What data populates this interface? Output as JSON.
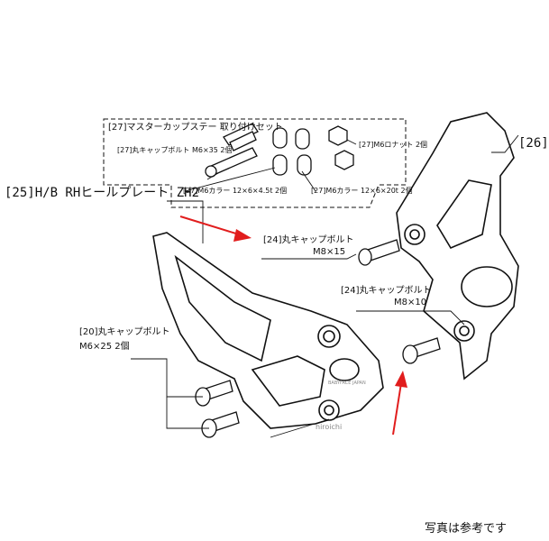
{
  "labels": {
    "part25": "[25]H/B RHヒールプレート ZH2",
    "part26": "[26]",
    "part27_set": "[27]マスターカップステー 取り付けセット",
    "part27_bolt": "[27]丸キャップボルト M6×35 2個",
    "part27_nut": "[27]M6ロナット 2個",
    "part27_collar_a": "[27]M6カラー 12×6×4.5t 2個",
    "part27_collar_b": "[27]M6カラー 12×6×20t 2個",
    "part24_upper_name": "[24]丸キャップボルト",
    "part24_upper_size": "M8×15",
    "part24_lower_name": "[24]丸キャップボルト",
    "part24_lower_size": "M8×10",
    "part20_name": "[20]丸キャップボルト",
    "part20_size": "M6×25 2個"
  },
  "logo_text": "BABYFACE JAPAN",
  "watermark": "hiroichi",
  "footer_note": "写真は参考です",
  "colors": {
    "line": "#111111",
    "arrow": "#e11d1d",
    "background": "#ffffff"
  }
}
